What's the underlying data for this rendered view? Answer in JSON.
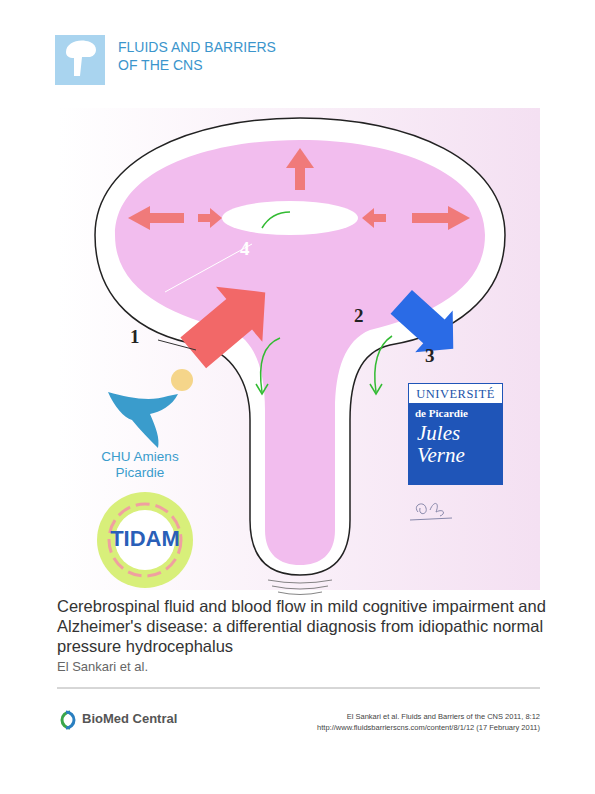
{
  "diagram": {
    "title": "Cerebrospinal fluid and blood flow in mild cognitive impairment and Alzheimer's disease: a differential diagnosis from idiopathic normal pressure hydrocephalus",
    "nodes": [
      {
        "text": [
          "UNIVERSITÉ",
          "de Picardie",
          "Jules Verne"
        ]
      }
    ],
    "labels": [
      "FLUIDS AND BARRIERS OF THE CNS",
      "1",
      "2",
      "3",
      "4",
      "CHU Amiens Picardie",
      "TIDAM",
      "El Sankari et al.",
      "BioMed Central",
      "El Sankari et al. Fluids and Barriers of the CNS 2011, 8:12",
      "http://www.fluidsbarrierscns.com/content/8/1/12 (17 February 2011)"
    ]
  }
}
